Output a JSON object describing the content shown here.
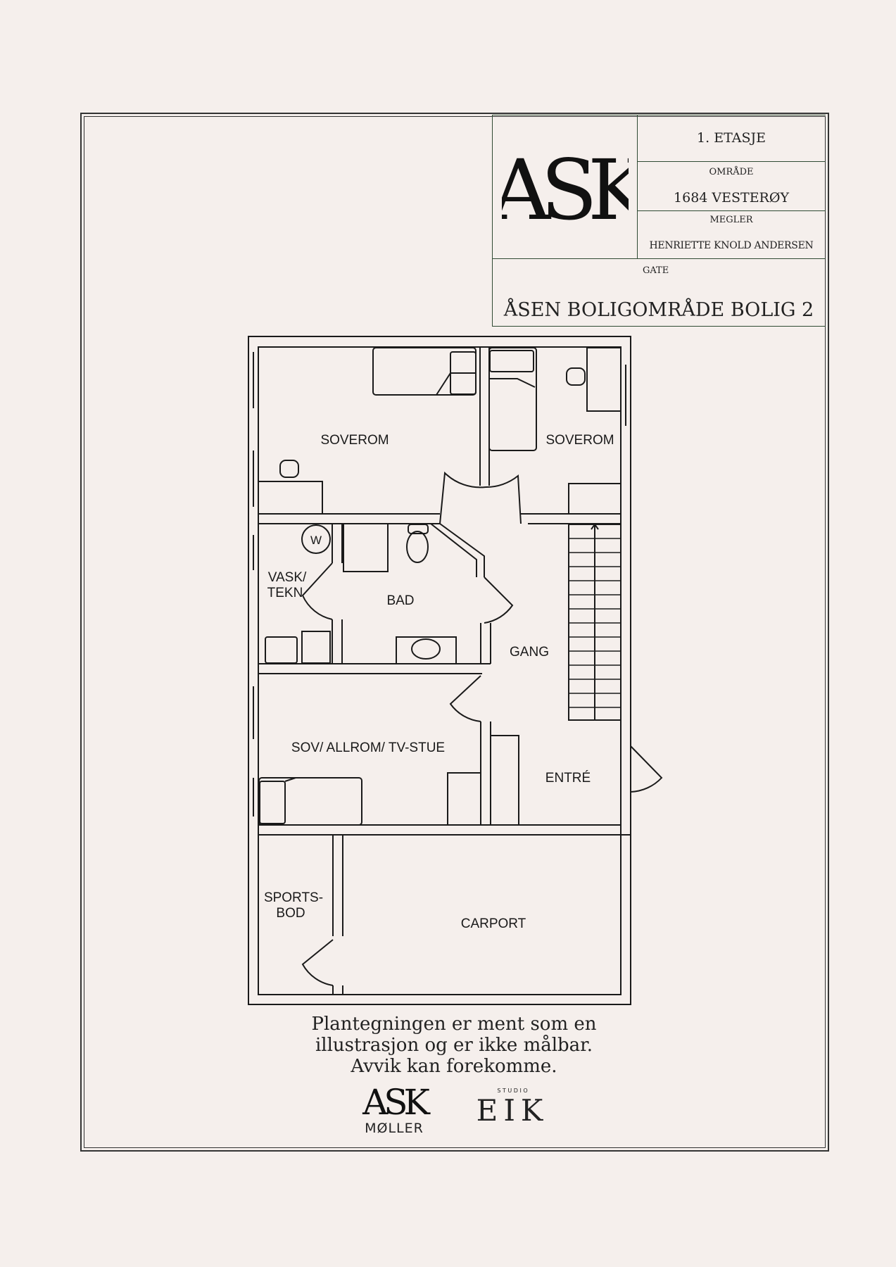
{
  "title_block": {
    "floor": "1. ETASJE",
    "area_label": "OMRÅDE",
    "area_value": "1684 VESTERØY",
    "broker_label": "MEGLER",
    "broker_value": "HENRIETTE KNOLD ANDERSEN",
    "street_label": "GATE",
    "street_value": "ÅSEN BOLIGOMRÅDE BOLIG 2",
    "logo_text": "ASK"
  },
  "rooms": {
    "bedroom1": "SOVEROM",
    "bedroom2": "SOVEROM",
    "laundry_line1": "VASK/",
    "laundry_line2": "TEKN",
    "bath": "BAD",
    "hall": "GANG",
    "family_room": "SOV/ ALLROM/ TV-STUE",
    "entrance": "ENTRÉ",
    "sports_line1": "SPORTS-",
    "sports_line2": "BOD",
    "carport": "CARPORT",
    "washer_symbol": "W"
  },
  "note": {
    "line1": "Plantegningen er ment som en",
    "line2": "illustrasjon og er ikke målbar.",
    "line3": "Avvik kan forekomme."
  },
  "footer_logos": {
    "ask_text": "ASK",
    "moller_text": "MØLLER",
    "studio_text": "S T U D I O",
    "eik_text": "EIK"
  }
}
